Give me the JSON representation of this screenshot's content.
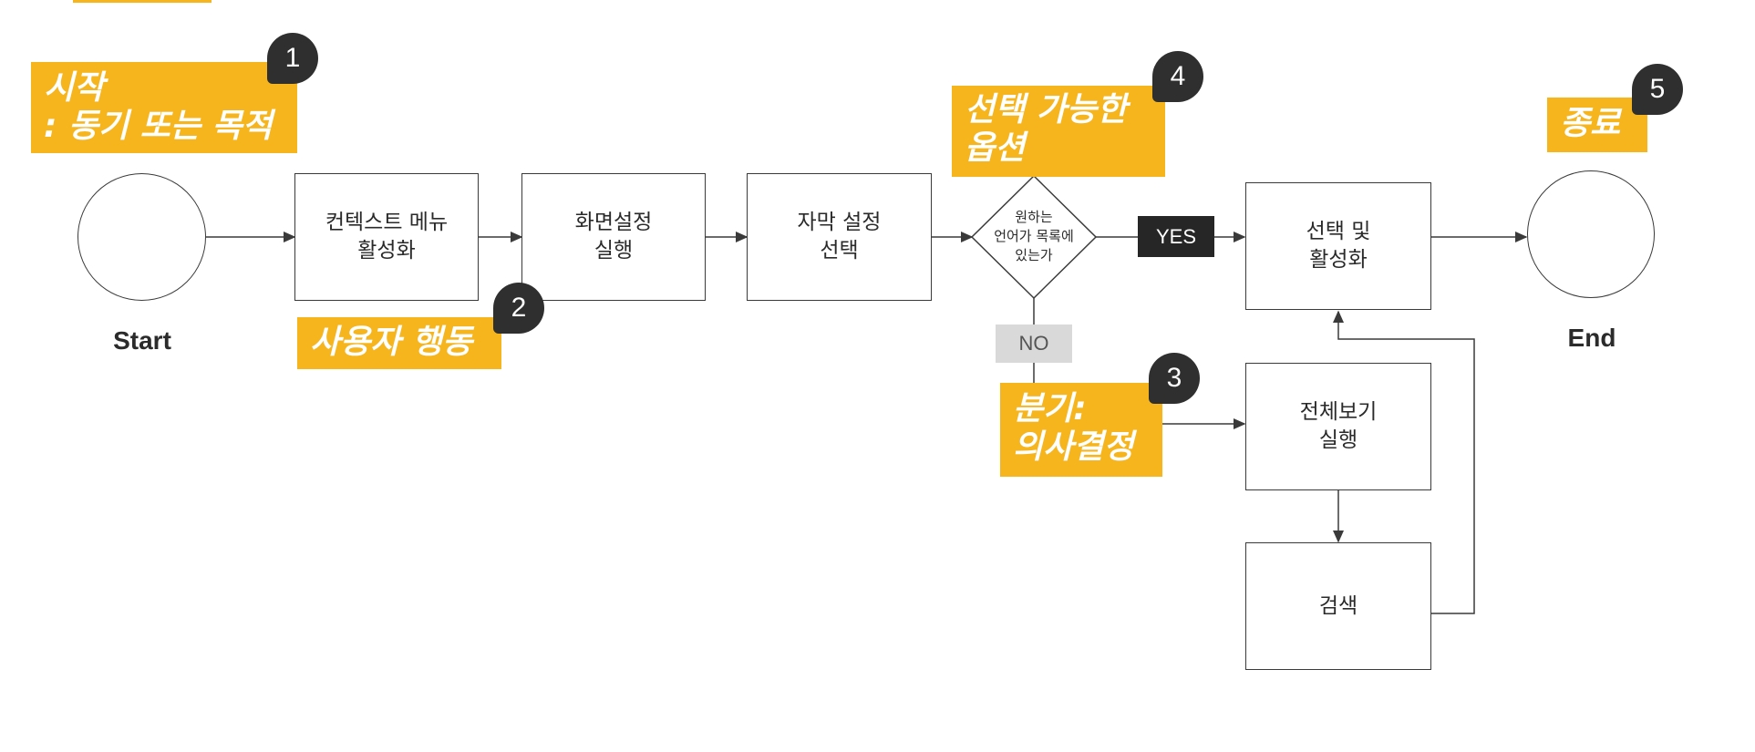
{
  "nodes": {
    "start_label": "Start",
    "end_label": "End",
    "context_menu": "컨텍스트 메뉴\n활성화",
    "screen_settings": "화면설정\n실행",
    "subtitle_settings": "자막 설정\n선택",
    "decision": "원하는\n언어가 목록에\n있는가",
    "select_activate": "선택 및\n활성화",
    "view_all": "전체보기\n실행",
    "search": "검색"
  },
  "branches": {
    "yes": "YES",
    "no": "NO"
  },
  "annotations": [
    {
      "number": "1",
      "text": "시작\n: 동기 또는 목적"
    },
    {
      "number": "2",
      "text": "사용자 행동"
    },
    {
      "number": "3",
      "text": "분기:\n의사결정"
    },
    {
      "number": "4",
      "text": "선택 가능한\n옵션"
    },
    {
      "number": "5",
      "text": "종료"
    }
  ],
  "colors": {
    "accent": "#f6b51d",
    "badge": "#2f2f2f",
    "line": "#3a3a3a"
  }
}
